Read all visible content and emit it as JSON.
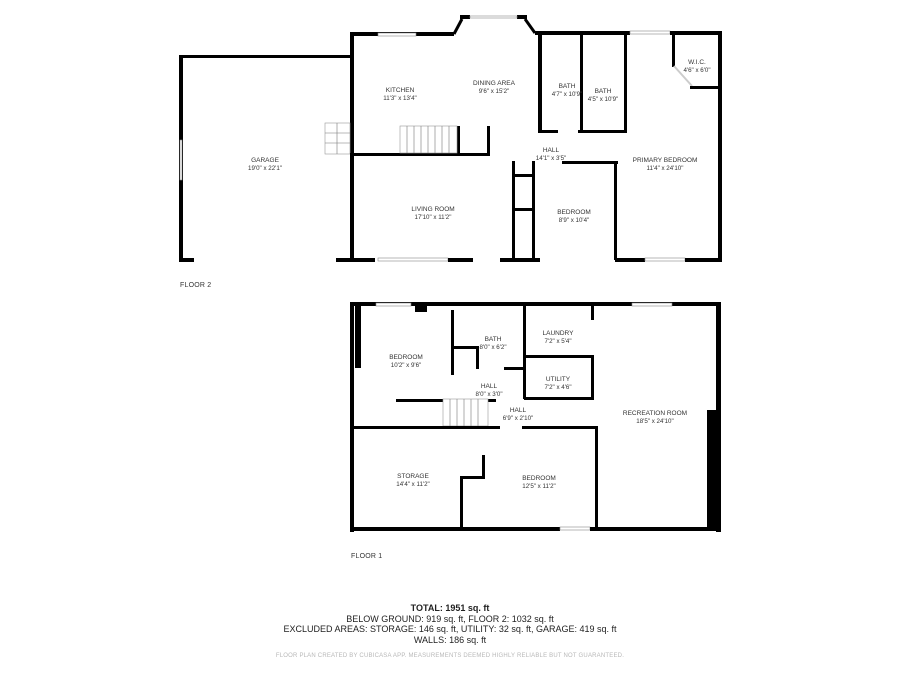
{
  "floors": [
    {
      "label": "FLOOR 2",
      "rooms": [
        {
          "name": "GARAGE",
          "dims": "19'0\" x 22'1\""
        },
        {
          "name": "KITCHEN",
          "dims": "11'3\" x 13'4\""
        },
        {
          "name": "DINING AREA",
          "dims": "9'6\" x 15'2\""
        },
        {
          "name": "LIVING ROOM",
          "dims": "17'10\" x 11'2\""
        },
        {
          "name": "BATH",
          "dims": "4'7\" x 10'9\""
        },
        {
          "name": "BATH",
          "dims": "4'5\" x 10'9\""
        },
        {
          "name": "W.I.C.",
          "dims": "4'6\" x 6'0\""
        },
        {
          "name": "HALL",
          "dims": "14'1\" x 3'5\""
        },
        {
          "name": "PRIMARY BEDROOM",
          "dims": "11'4\" x 24'10\""
        },
        {
          "name": "BEDROOM",
          "dims": "8'9\" x 10'4\""
        }
      ]
    },
    {
      "label": "FLOOR 1",
      "rooms": [
        {
          "name": "BEDROOM",
          "dims": "10'2\" x 9'6\""
        },
        {
          "name": "BATH",
          "dims": "8'0\" x 6'2\""
        },
        {
          "name": "LAUNDRY",
          "dims": "7'2\" x 5'4\""
        },
        {
          "name": "UTILITY",
          "dims": "7'2\" x 4'6\""
        },
        {
          "name": "HALL",
          "dims": "8'0\" x 3'0\""
        },
        {
          "name": "HALL",
          "dims": "6'9\" x 2'10\""
        },
        {
          "name": "RECREATION ROOM",
          "dims": "18'5\" x 24'10\""
        },
        {
          "name": "STORAGE",
          "dims": "14'4\" x 11'2\""
        },
        {
          "name": "BEDROOM",
          "dims": "12'5\" x 11'2\""
        }
      ]
    }
  ],
  "summary": {
    "total": "TOTAL: 1951 sq. ft",
    "line2": "BELOW GROUND: 919 sq. ft, FLOOR 2: 1032 sq. ft",
    "line3": "EXCLUDED AREAS: STORAGE: 146 sq. ft, UTILITY: 32 sq. ft, GARAGE: 419 sq. ft",
    "line4": "WALLS: 186 sq. ft"
  },
  "disclaimer": "FLOOR PLAN CREATED BY CUBICASA APP. MEASUREMENTS DEEMED HIGHLY RELIABLE BUT NOT GUARANTEED."
}
